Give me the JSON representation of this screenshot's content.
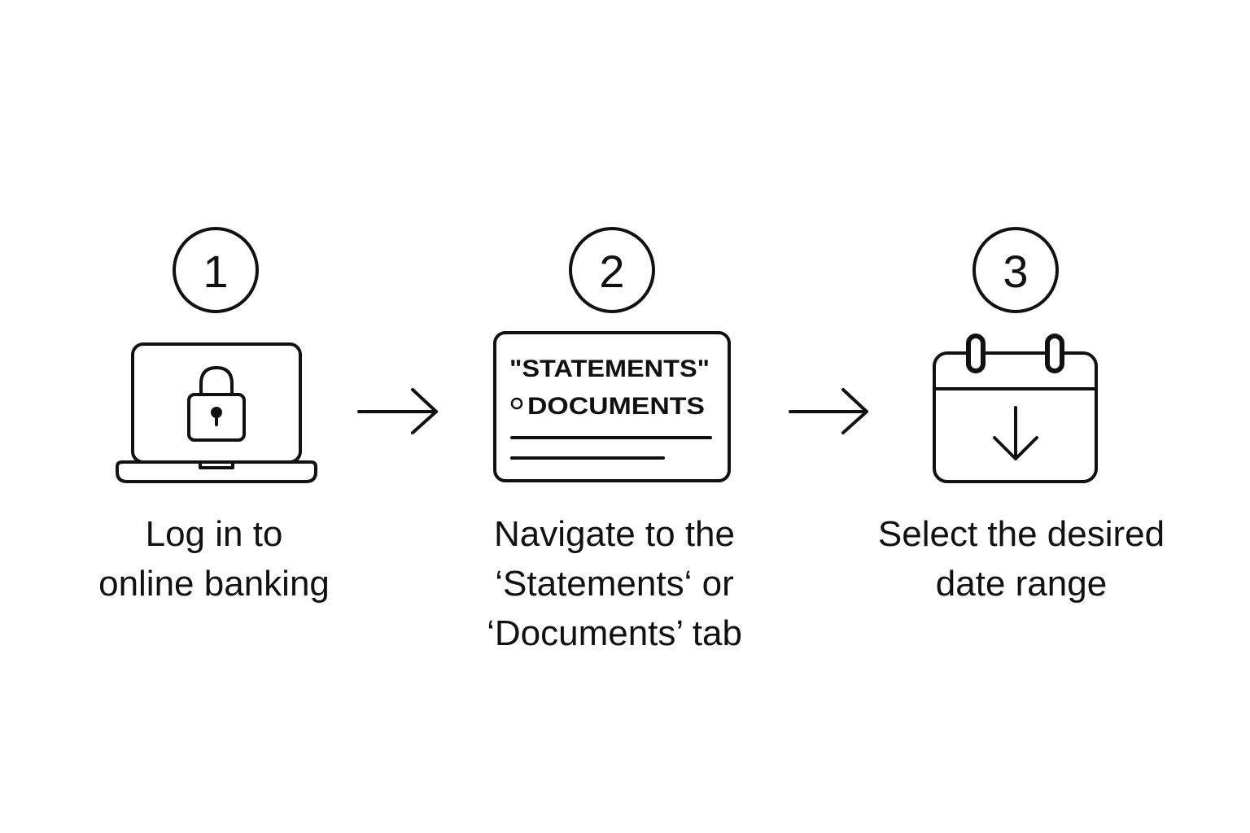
{
  "steps": [
    {
      "number": "1",
      "icon": "laptop-lock-icon",
      "caption": [
        "Log in to",
        "online banking"
      ]
    },
    {
      "number": "2",
      "icon": "document-tab-icon",
      "screen_lines": [
        "\"STATEMENTS\"",
        "DOCUMENTS"
      ],
      "caption": [
        "Navigate to the",
        "‘Statements‘ or",
        "‘Documents’ tab"
      ]
    },
    {
      "number": "3",
      "icon": "calendar-download-icon",
      "caption": [
        "Select the desired",
        "date range"
      ]
    }
  ],
  "connectors": [
    "arrow-right-icon",
    "arrow-right-icon"
  ],
  "colors": {
    "ink": "#111111",
    "background": "#ffffff"
  }
}
